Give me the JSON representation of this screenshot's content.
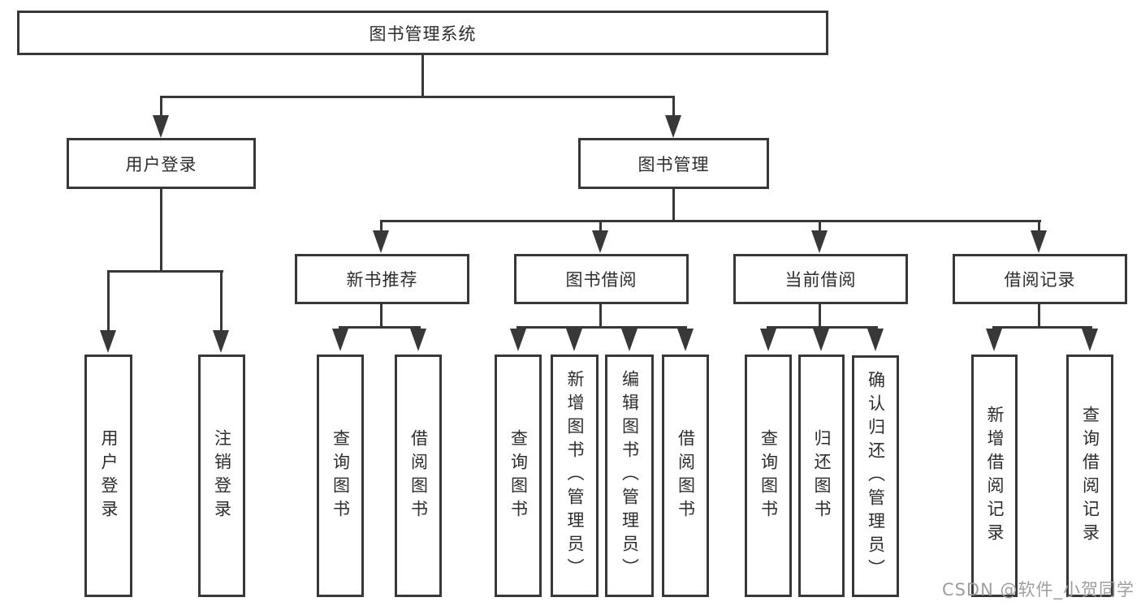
{
  "diagram_title": "图书管理系统",
  "tree": {
    "label": "图书管理系统",
    "children": [
      {
        "label": "用户登录",
        "children": [
          {
            "label": "用户登录"
          },
          {
            "label": "注销登录"
          }
        ]
      },
      {
        "label": "图书管理",
        "children": [
          {
            "label": "新书推荐",
            "children": [
              {
                "label": "查询图书"
              },
              {
                "label": "借阅图书"
              }
            ]
          },
          {
            "label": "图书借阅",
            "children": [
              {
                "label": "查询图书"
              },
              {
                "label": "新增图书（管理员）"
              },
              {
                "label": "编辑图书（管理员）"
              },
              {
                "label": "借阅图书"
              }
            ]
          },
          {
            "label": "当前借阅",
            "children": [
              {
                "label": "查询图书"
              },
              {
                "label": "归还图书"
              },
              {
                "label": "确认归还（管理员）"
              }
            ]
          },
          {
            "label": "借阅记录",
            "children": [
              {
                "label": "新增借阅记录"
              },
              {
                "label": "查询借阅记录"
              }
            ]
          }
        ]
      }
    ]
  },
  "watermark": {
    "text": "CSDN @软件_小贺同学"
  },
  "colors": {
    "line": "#383838",
    "text": "#2d2d2d",
    "watermark": "#9e9e9e",
    "background": "#ffffff"
  }
}
